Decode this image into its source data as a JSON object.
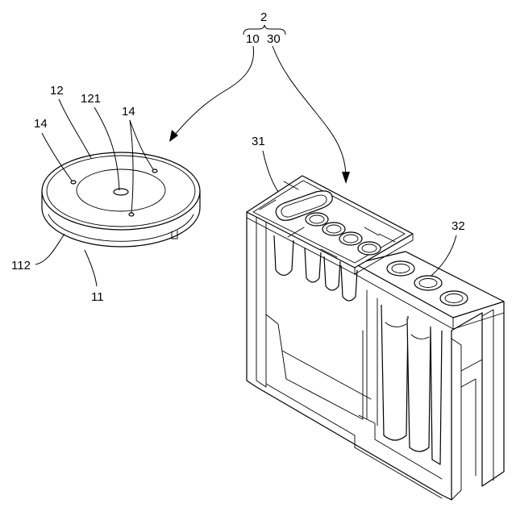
{
  "labels": {
    "assembly": "2",
    "disc_part": "10",
    "cartridge_part": "30",
    "disc_side": "11",
    "disc_top": "12",
    "center_hole": "121",
    "pin_hole_left": "14",
    "pin_hole_right": "14",
    "rim": "112",
    "rack_plate": "31",
    "cup_row": "32"
  }
}
